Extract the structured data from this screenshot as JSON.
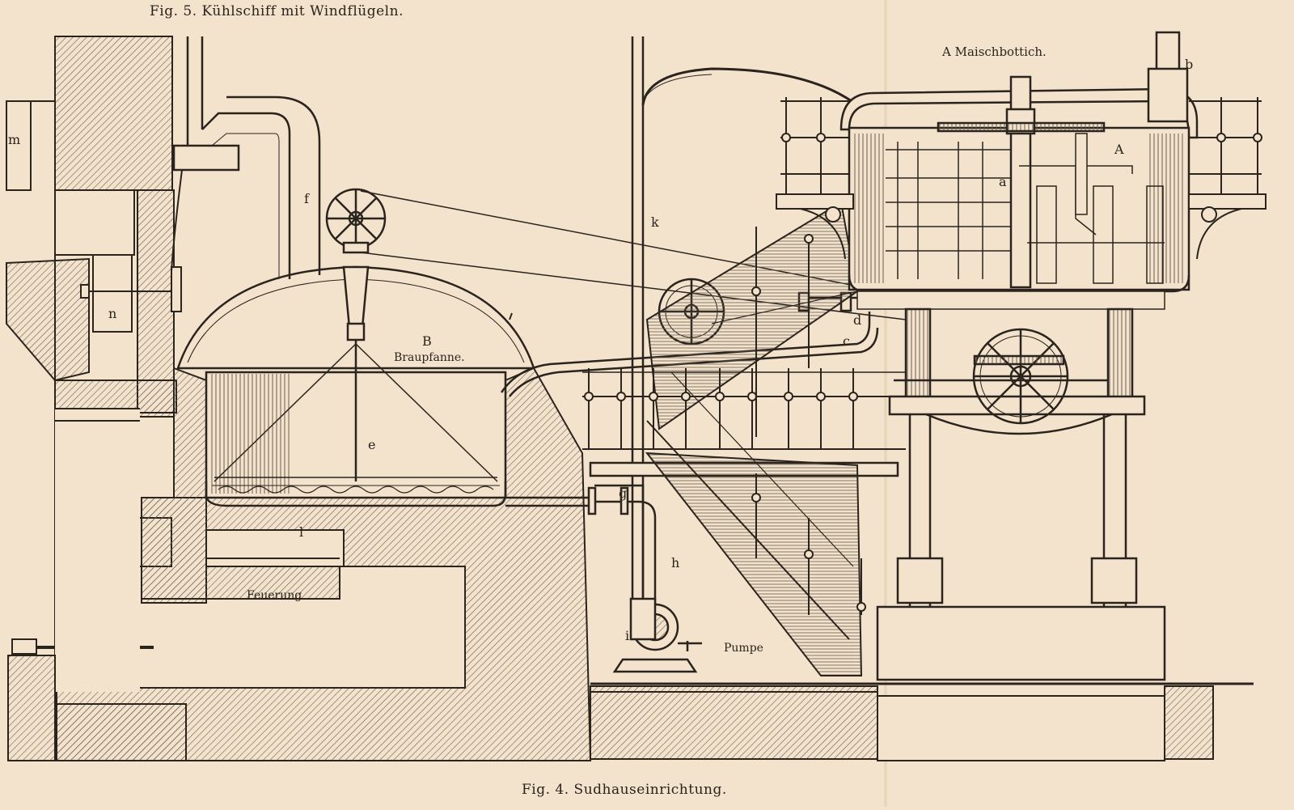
{
  "figure5": {
    "caption": "Fig. 5.  Kühlschiff mit Windflügeln."
  },
  "figure4": {
    "caption": "Fig. 4.  Sudhauseinrichtung."
  },
  "labels": {
    "maischbottich": "A  Maischbottich.",
    "b_top": "b",
    "A_inner": "A",
    "a": "a",
    "m": "m",
    "n": "n",
    "f": "f",
    "k": "k",
    "d": "d",
    "c": "c",
    "B": "B",
    "braupfanne": "Braupfanne.",
    "e": "e",
    "l": "l",
    "feuerung": "Feuerung",
    "g": "g",
    "h": "h",
    "i": "i",
    "pumpe": "Pumpe"
  },
  "colors": {
    "paper": "#f3e2cc",
    "ink": "#2a241d",
    "hatch": "#6b5f52"
  }
}
